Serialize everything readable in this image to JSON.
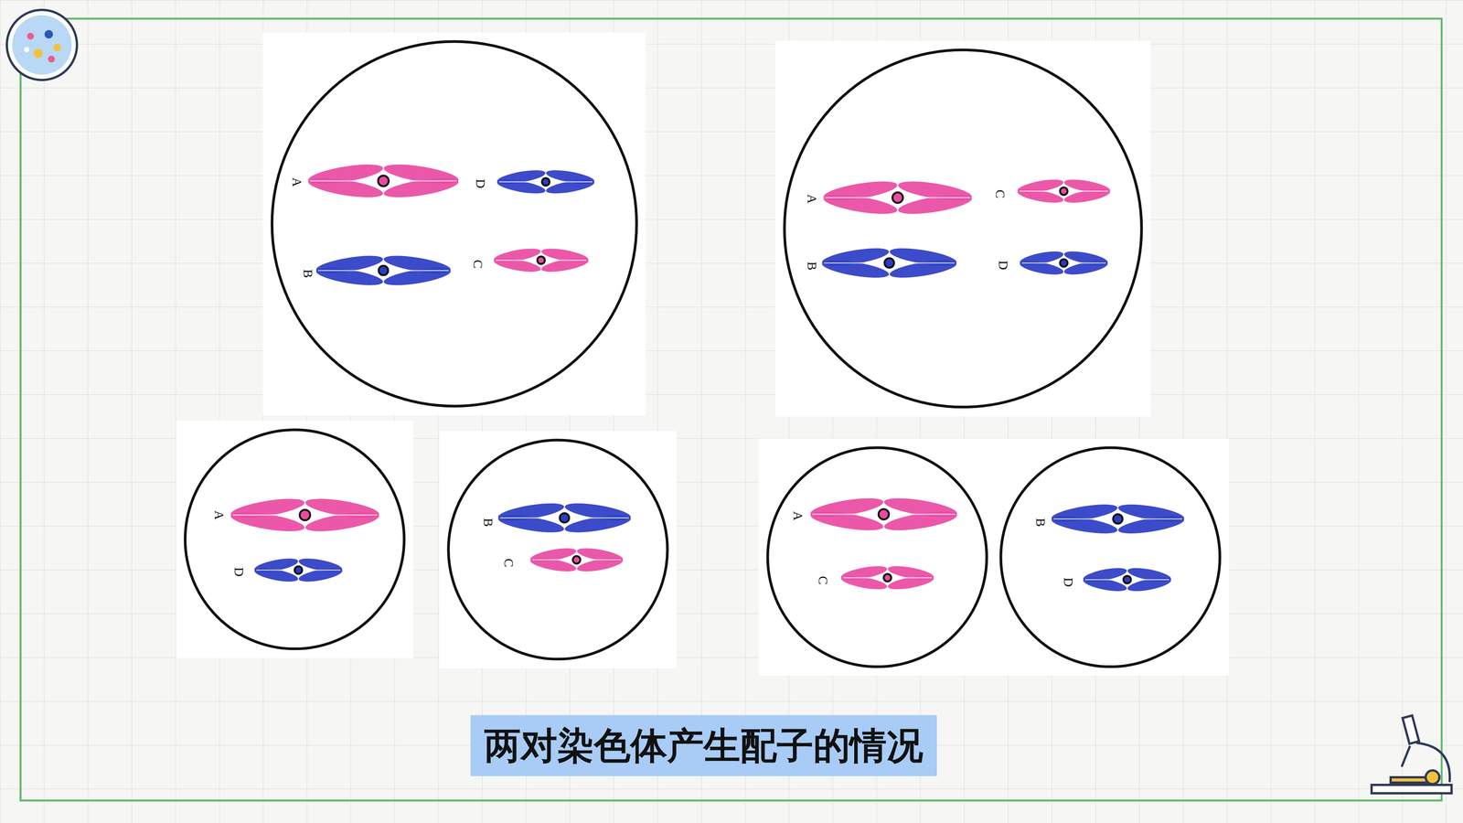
{
  "diagram": {
    "caption": "两对染色体产生配子的情况",
    "nodes": [
      {
        "text": [
          "A",
          "D",
          "B",
          "C"
        ]
      },
      {
        "text": [
          "A",
          "C",
          "B",
          "D"
        ]
      },
      {
        "text": [
          "A",
          "D"
        ]
      },
      {
        "text": [
          "B",
          "C"
        ]
      },
      {
        "text": [
          "A",
          "C"
        ]
      },
      {
        "text": [
          "B",
          "D"
        ]
      }
    ]
  }
}
